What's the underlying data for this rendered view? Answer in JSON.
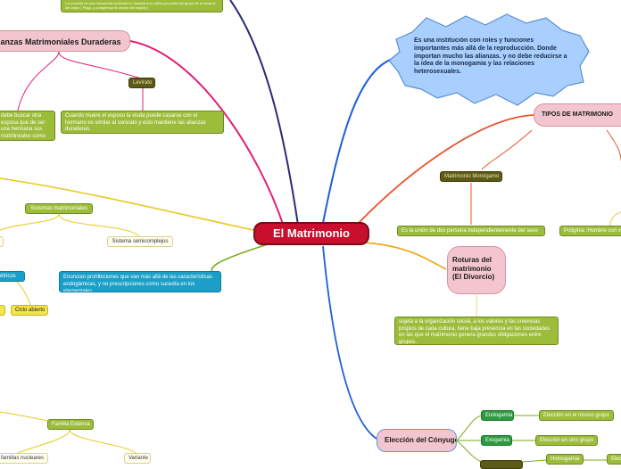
{
  "central": "El Matrimonio",
  "star_text": "Es una institución con roles y funciones importantes más allá de la reproducción. Donde importan mucho las alianzas. y  no debe reducirse a la idea de la monogamia y las relaciones heterosexuales.",
  "top_note": "La sororato es una descendía sociedad en basada a un oficio por parte del grupo de la rama el del varón | Pago, y compensar el vecino del marido |",
  "alianzas": {
    "title": "Alianzas Matrimoniales Duraderas",
    "levirato": "Levirato",
    "levirato_desc": "Cuando muere el esposo la viuda puede casarse con el hermano es similar al sororato y esto mantiene las alianzas duraderas.",
    "left_desc": "debe buscar otra esposa que de ser una hermana sus matrilineales como"
  },
  "tipos": {
    "title": "TIPOS DE MATRIMONIO",
    "monogamo": "Matrimonio Monógamo",
    "monogamo_desc": "Es la unión de dos persona independientemente del sexo",
    "poligamia": "Poligínia :Hombre con v"
  },
  "rotura": {
    "title": "Roturas del matrimonio (El Divorcio)",
    "desc": "sujeta a la organización social, a los valores y las creencias propios de cada cultura, tiene baja presencia en las sociedades en las que el matrimonio genera grandes obligaciones entre grupos."
  },
  "sistemas": {
    "title": "Sistemas matrimoniales",
    "semicomplejos": "Sistema semicomplejos",
    "semicomplejos_desc": "Enuncian prohibiciones que van más allá de las características endogámicas, y no prescripciones como sucedía en los elementales",
    "simetricos": "métricos",
    "ciclo": "Ciclo abierto",
    "elem_partial": "s"
  },
  "eleccion": {
    "title": "Elección del Cónyuge",
    "endogamia": "Endogamia",
    "endogamia_desc": "Elección en el mismo grupo",
    "exogamia": "Exogamia",
    "exogamia_desc": "Elección en otro grupo",
    "homogamia": "Homogamia",
    "elecc_partial": "Elecc"
  },
  "familia": {
    "extensa": "Familia Extensa",
    "nucleares": "familias nucleares",
    "variante": "Variante"
  },
  "colors": {
    "central": "#c8102e",
    "navy_branch": "#2b2a7a",
    "magenta_branch": "#e0217a",
    "orange_branch": "#e8542b",
    "yellow_branch": "#e8c81e",
    "olive_branch": "#7eaa1e",
    "blue_branch": "#1e5fd6",
    "star": "#a9cfff"
  }
}
